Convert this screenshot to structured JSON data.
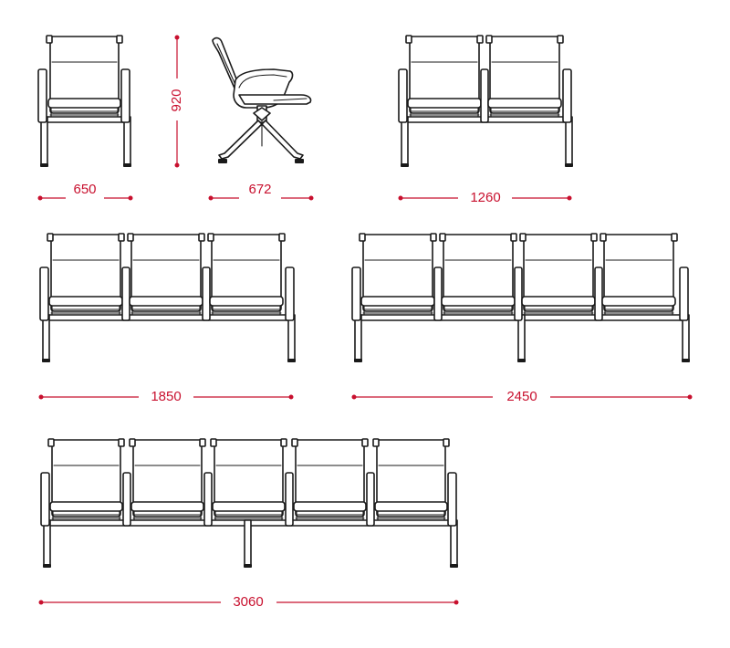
{
  "colors": {
    "line": "#1a1a1a",
    "dimension": "#c8102e",
    "background": "#ffffff"
  },
  "views": [
    {
      "id": "single-front",
      "seats": 1
    },
    {
      "id": "single-side"
    },
    {
      "id": "two-seat",
      "seats": 2
    },
    {
      "id": "three-seat",
      "seats": 3
    },
    {
      "id": "four-seat",
      "seats": 4
    },
    {
      "id": "five-seat",
      "seats": 5
    }
  ],
  "dimensions": {
    "single_width": "650",
    "single_height": "920",
    "single_depth": "672",
    "two_seat_width": "1260",
    "three_seat_width": "1850",
    "four_seat_width": "2450",
    "five_seat_width": "3060"
  }
}
